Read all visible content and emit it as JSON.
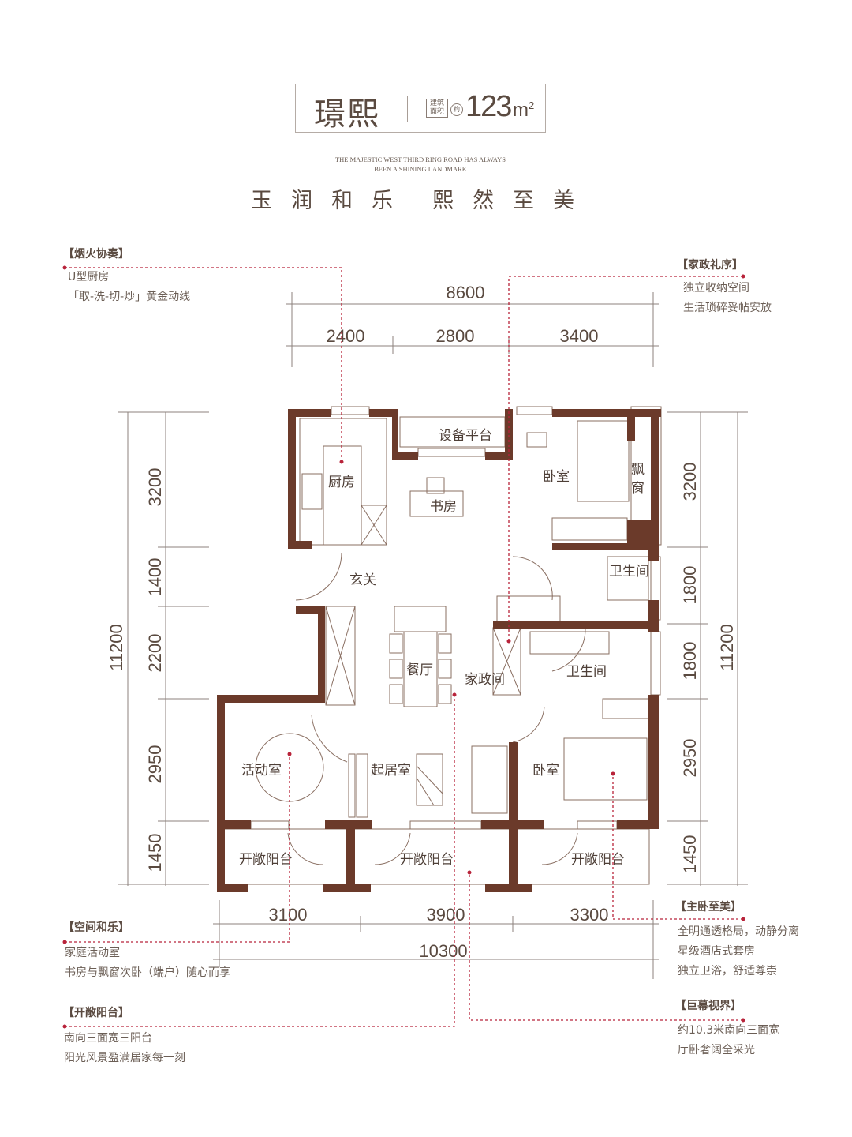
{
  "header": {
    "name": "璟熙",
    "area_tag_line1": "建筑",
    "area_tag_line2": "面积",
    "area_approx": "约",
    "area_value": "123",
    "area_unit": "m",
    "area_unit_sup": "2",
    "english_line1": "THE MAJESTIC WEST THIRD RING ROAD HAS ALWAYS",
    "english_line2": "BEEN A SHINING LANDMARK",
    "slogan_left": "玉润和乐",
    "slogan_right": "熙然至美"
  },
  "notes": [
    {
      "title": "【烟火协奏】",
      "lines": [
        "U型厨房",
        "「取-洗-切-炒」黄金动线"
      ]
    },
    {
      "title": "【家政礼序】",
      "lines": [
        "独立收纳空间",
        "生活琐碎妥帖安放"
      ]
    },
    {
      "title": "【空间和乐】",
      "lines": [
        "家庭活动室",
        "书房与飘窗次卧（端户）随心而享"
      ]
    },
    {
      "title": "【开敞阳台】",
      "lines": [
        "南向三面宽三阳台",
        "阳光风景盈满居家每一刻"
      ]
    },
    {
      "title": "【主卧至美】",
      "lines": [
        "全明通透格局，动静分离",
        "星级酒店式套房",
        "独立卫浴，舒适尊崇"
      ]
    },
    {
      "title": "【巨幕视界】",
      "lines": [
        "约10.3米南向三面宽",
        "厅卧奢阔全采光"
      ]
    }
  ],
  "dimensions": {
    "top_total": "8600",
    "top_segments": [
      "2400",
      "2800",
      "3400"
    ],
    "bottom_total": "10300",
    "bottom_segments": [
      "3100",
      "3900",
      "3300"
    ],
    "left_total": "11200",
    "left_segments": [
      "3200",
      "1400",
      "2200",
      "2950",
      "1450"
    ],
    "right_total": "11200",
    "right_segments": [
      "3200",
      "1800",
      "1800",
      "2950",
      "1450"
    ]
  },
  "rooms": {
    "kitchen": "厨房",
    "equipment_platform": "设备平台",
    "study": "书房",
    "bedroom_north": "卧室",
    "bay_window_1": "飘",
    "bay_window_2": "窗",
    "foyer": "玄关",
    "bathroom_1": "卫生间",
    "dining": "餐厅",
    "housekeeping": "家政间",
    "bathroom_2": "卫生间",
    "activity_room": "活动室",
    "living_room": "起居室",
    "bedroom_master": "卧室",
    "balcony_1": "开敞阳台",
    "balcony_2": "开敞阳台",
    "balcony_3": "开敞阳台"
  },
  "colors": {
    "wall": "#6b3a2a",
    "leader": "#b8233a",
    "text": "#5a4a40"
  }
}
